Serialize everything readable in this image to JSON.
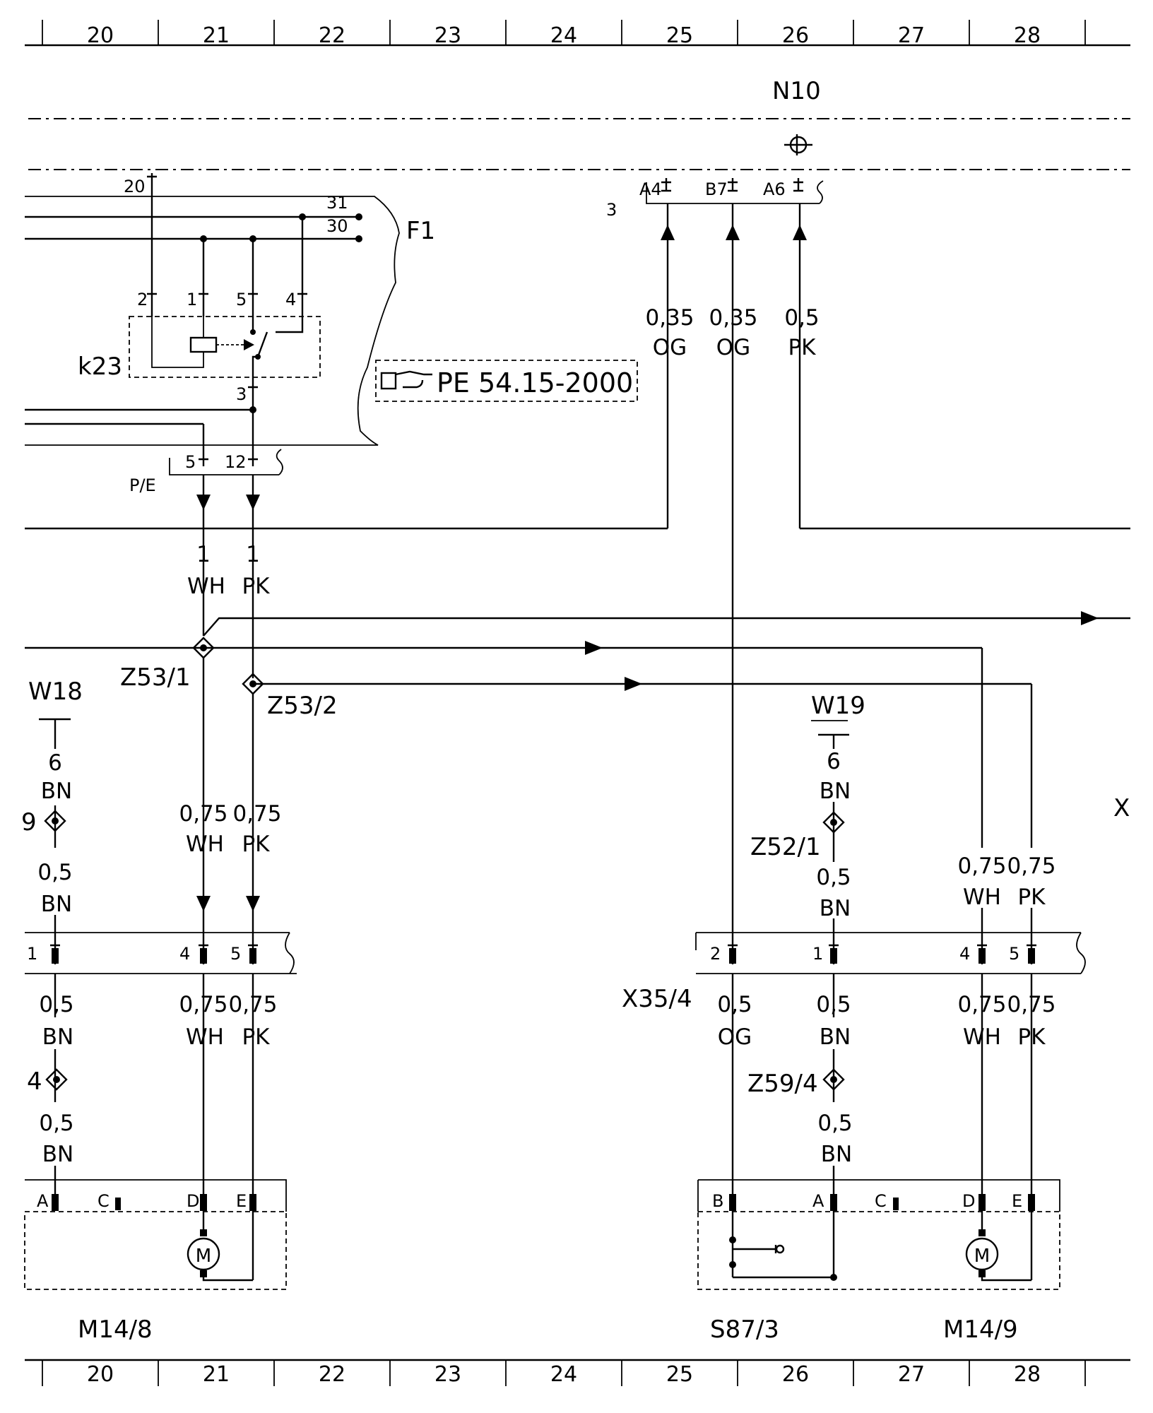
{
  "grid": {
    "columns": [
      "20",
      "21",
      "22",
      "23",
      "24",
      "25",
      "26",
      "27",
      "28"
    ]
  },
  "components": {
    "n10": "N10",
    "f1": "F1",
    "k23": "k23",
    "pe": "P/E",
    "reference": "PE 54.15-2000",
    "w18": "W18",
    "w19": "W19",
    "x35_4": "X35/4",
    "z53_1": "Z53/1",
    "z53_2": "Z53/2",
    "z52_1": "Z52/1",
    "z59_4": "Z59/4",
    "m14_8": "M14/8",
    "m14_9": "M14/9",
    "s87_3": "S87/3",
    "x_edge": "X",
    "left_partial_a": "9",
    "left_partial_b": "4",
    "motor_symbol": "M"
  },
  "pins": {
    "n10": {
      "a4": "A4",
      "b7": "B7",
      "a6": "A6",
      "three": "3"
    },
    "f1": {
      "p20": "20",
      "p31": "31",
      "p30": "30"
    },
    "k23": {
      "p2": "2",
      "p1": "1",
      "p5": "5",
      "p4": "4",
      "p3": "3"
    },
    "pe": {
      "p5": "5",
      "p12": "12"
    },
    "x_left": {
      "p1": "1",
      "p4": "4",
      "p5": "5"
    },
    "x35_4": {
      "p2": "2",
      "p1": "1",
      "p4": "4",
      "p5": "5"
    },
    "m14_8": {
      "a": "A",
      "c": "C",
      "d": "D",
      "e": "E"
    },
    "m14_9": {
      "b": "B",
      "a": "A",
      "c": "C",
      "d": "D",
      "e": "E"
    }
  },
  "wires": {
    "n10_og1": {
      "gauge": "0,35",
      "color": "OG"
    },
    "n10_og2": {
      "gauge": "0,35",
      "color": "OG"
    },
    "n10_pk": {
      "gauge": "0,5",
      "color": "PK"
    },
    "pe_wh": {
      "gauge": "1",
      "color": "WH"
    },
    "pe_pk": {
      "gauge": "1",
      "color": "PK"
    },
    "w18_bn": {
      "gauge": "6",
      "color": "BN"
    },
    "w18_bn2": {
      "gauge": "0,5",
      "color": "BN"
    },
    "l_wh": {
      "gauge": "0,75",
      "color": "WH"
    },
    "l_pk": {
      "gauge": "0,75",
      "color": "PK"
    },
    "l_bn3": {
      "gauge": "0,5",
      "color": "BN"
    },
    "l_bn4": {
      "gauge": "0,5",
      "color": "BN"
    },
    "l_wh2": {
      "gauge": "0,75",
      "color": "WH"
    },
    "l_pk2": {
      "gauge": "0,75",
      "color": "PK"
    },
    "w19_bn": {
      "gauge": "6",
      "color": "BN"
    },
    "r_bn": {
      "gauge": "0,5",
      "color": "BN"
    },
    "r_wh": {
      "gauge": "0,75",
      "color": "WH"
    },
    "r_pk": {
      "gauge": "0,75",
      "color": "PK"
    },
    "r_og": {
      "gauge": "0,5",
      "color": "OG"
    },
    "r_bn2": {
      "gauge": "0,5",
      "color": "BN"
    },
    "r_wh2": {
      "gauge": "0,75",
      "color": "WH"
    },
    "r_pk2": {
      "gauge": "0,75",
      "color": "PK"
    },
    "r_bn3": {
      "gauge": "0,5",
      "color": "BN"
    }
  }
}
